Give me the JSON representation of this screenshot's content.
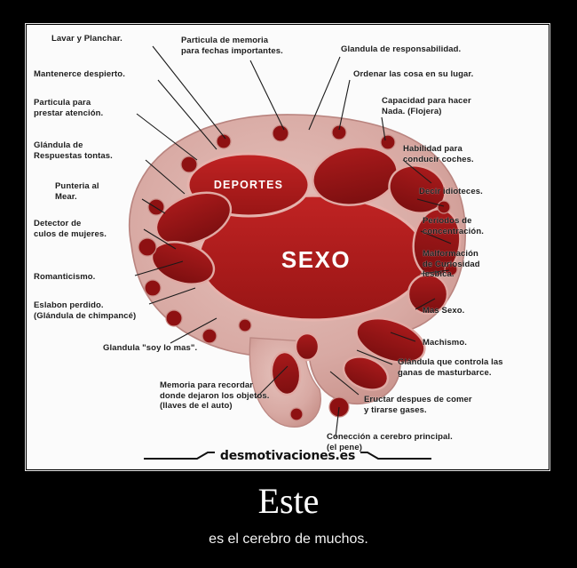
{
  "poster": {
    "title": "Este",
    "subtitle": "es el cerebro de muchos.",
    "watermark": "desmotivaciones.es"
  },
  "diagram": {
    "title": "Cerebro masculino (parodia)",
    "regions": [
      {
        "id": "deportes",
        "label": "DEPORTES"
      },
      {
        "id": "sexo",
        "label": "SEXO"
      }
    ],
    "colors": {
      "brain_tissue": "#d7a9a4",
      "brain_region": "#b61f20",
      "brain_region_dark": "#8e1213",
      "brain_outline": "#c28a86",
      "label_text": "#1c1c1c",
      "leader_line": "#1a1a1a",
      "panel_background": "#fbfbfb",
      "poster_background": "#000000",
      "region_label_text": "#ffffff"
    },
    "labels": [
      {
        "id": "lavar-y-planchar",
        "text": "Lavar y Planchar.",
        "side": "left"
      },
      {
        "id": "particula-memoria-fechas",
        "text": "Particula de memoria\npara fechas importantes.",
        "side": "center"
      },
      {
        "id": "glandula-responsabilidad",
        "text": "Glandula de responsabilidad.",
        "side": "right"
      },
      {
        "id": "mantenerse-despierto",
        "text": "Mantenerce despierto.",
        "side": "left"
      },
      {
        "id": "ordenar-las-cosas",
        "text": "Ordenar las cosa en su lugar.",
        "side": "right"
      },
      {
        "id": "particula-prestar-atencion",
        "text": "Particula para\nprestar atención.",
        "side": "left"
      },
      {
        "id": "capacidad-hacer-nada",
        "text": "Capacidad para hacer\nNada. (Flojera)",
        "side": "right"
      },
      {
        "id": "glandula-respuestas-tontas",
        "text": "Glándula de\nRespuestas tontas.",
        "side": "left"
      },
      {
        "id": "habilidad-conducir-coches",
        "text": "Habilidad para\nconducir coches.",
        "side": "right"
      },
      {
        "id": "punteria-al-mear",
        "text": "Punteria al\nMear.",
        "side": "left"
      },
      {
        "id": "decir-idioteces",
        "text": "Decir idioteces.",
        "side": "right"
      },
      {
        "id": "detector-culos-mujeres",
        "text": "Detector de\nculos de mujeres.",
        "side": "left"
      },
      {
        "id": "periodos-concentracion",
        "text": "Periodos de\nconcentración.",
        "side": "right"
      },
      {
        "id": "malformacion-curiosidad-lesbica",
        "text": "Malformación\nde Curiosidad\nlesbica.",
        "side": "right"
      },
      {
        "id": "romanticismo",
        "text": "Romanticismo.",
        "side": "left"
      },
      {
        "id": "eslabon-perdido",
        "text": "Eslabon perdido.\n(Glándula de chimpancé)",
        "side": "left"
      },
      {
        "id": "mas-sexo",
        "text": "Mas Sexo.",
        "side": "right"
      },
      {
        "id": "glandula-soy-lo-mas",
        "text": "Glandula \"soy lo mas\".",
        "side": "left"
      },
      {
        "id": "machismo",
        "text": "Machismo.",
        "side": "right"
      },
      {
        "id": "glandula-masturbarse",
        "text": "Glándula que controla las\nganas de masturbarce.",
        "side": "right"
      },
      {
        "id": "memoria-objetos",
        "text": "Memoria para recordar\ndonde dejaron los objetos.\n(llaves de el auto)",
        "side": "center"
      },
      {
        "id": "eructar-gases",
        "text": "Eructar despues de comer\ny tirarse gases.",
        "side": "right"
      },
      {
        "id": "conexion-cerebro-principal",
        "text": "Conección a cerebro principal.\n(el pene)",
        "side": "center"
      }
    ]
  }
}
